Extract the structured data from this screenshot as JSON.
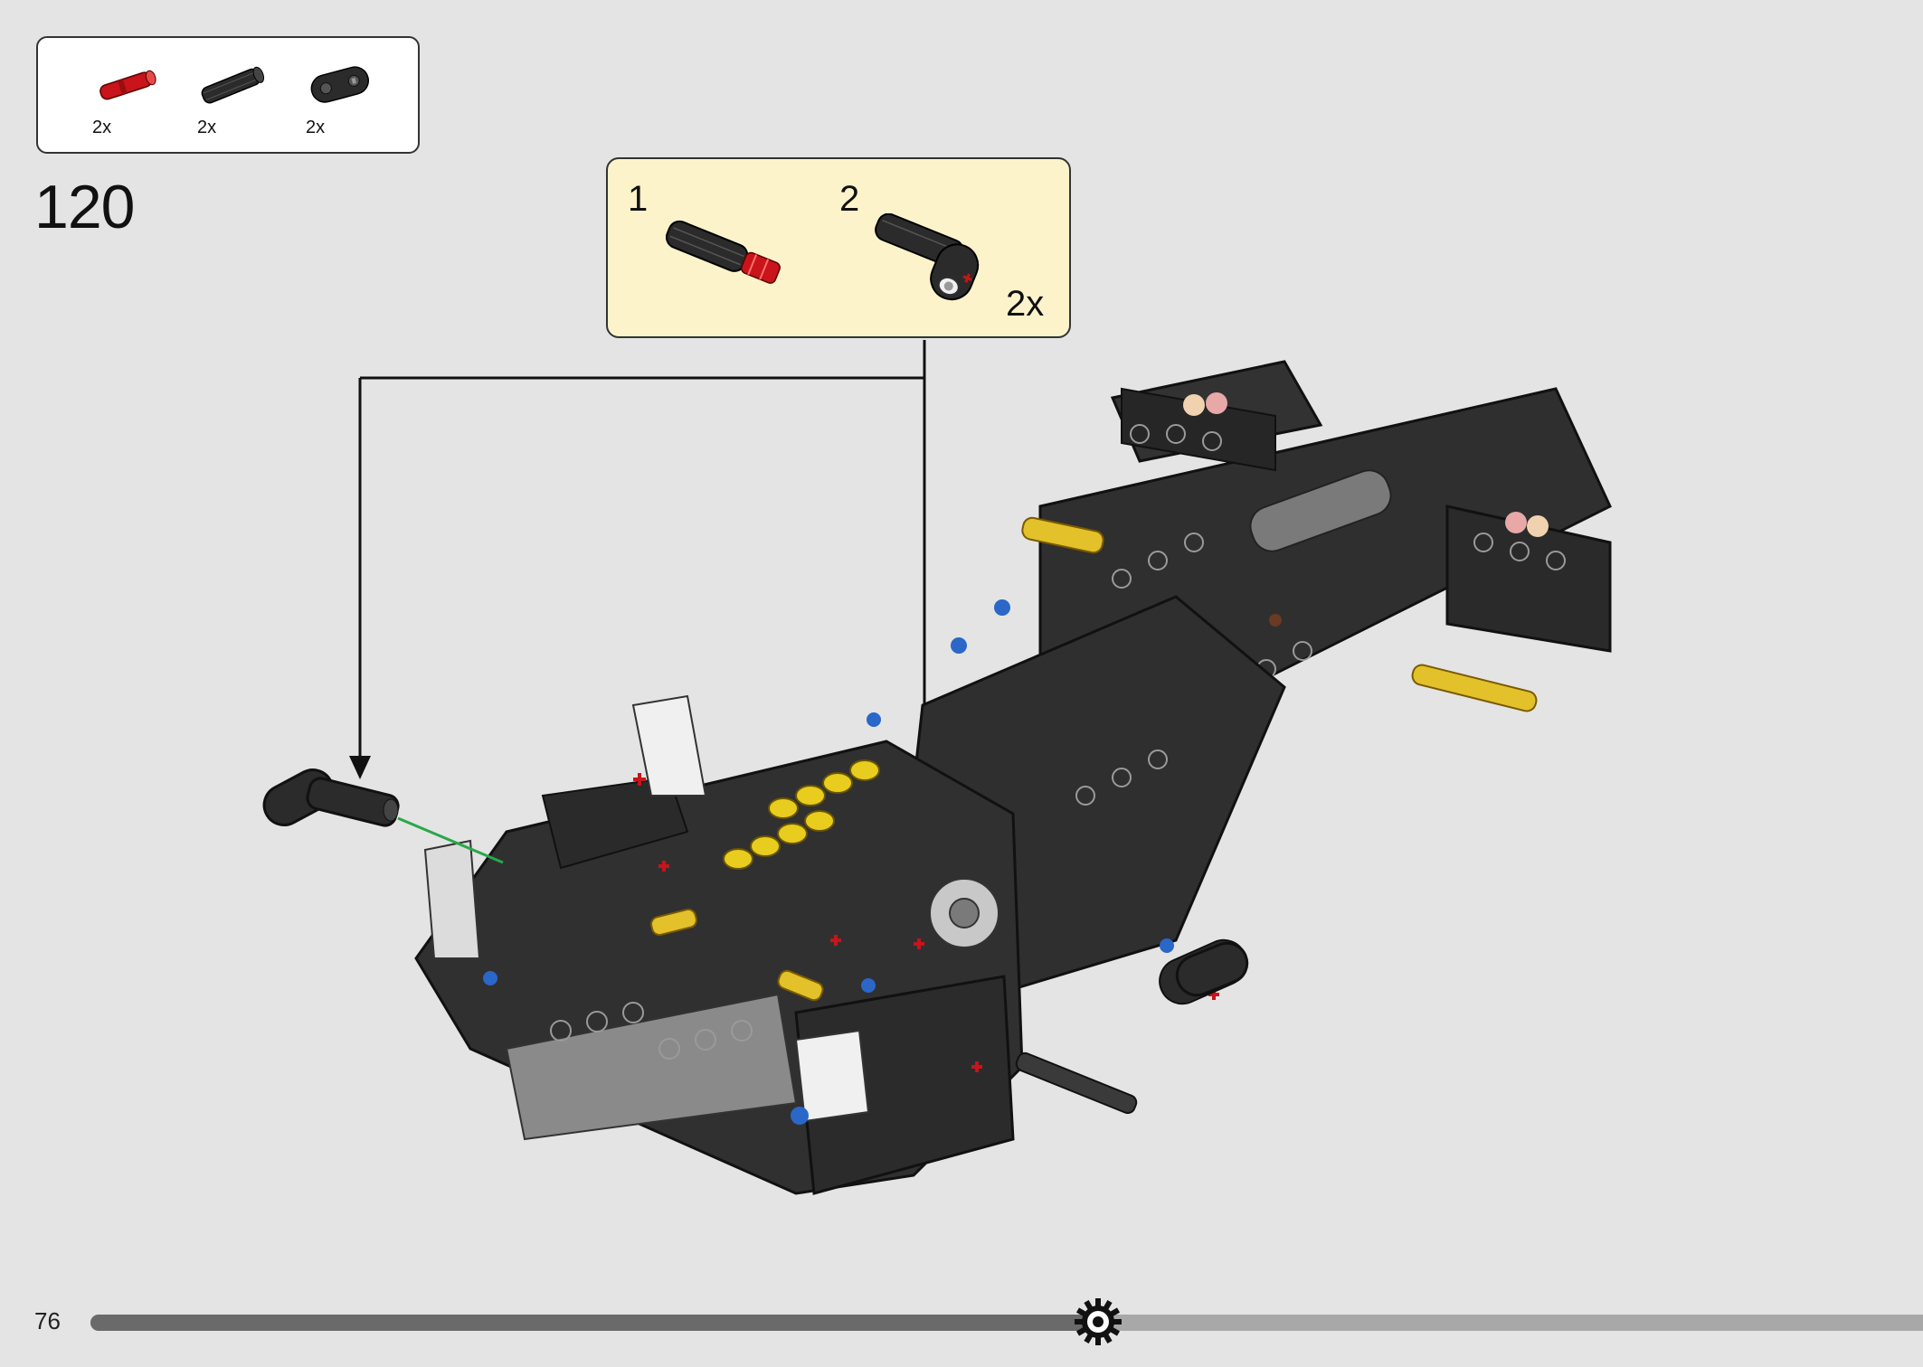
{
  "parts_list": {
    "items": [
      {
        "icon": "red-axle-pin-icon",
        "color": "#c8141a",
        "qty": "2x"
      },
      {
        "icon": "black-axle-icon",
        "color": "#2b2b2b",
        "qty": "2x"
      },
      {
        "icon": "black-beam-icon",
        "color": "#2b2b2b",
        "qty": "2x"
      }
    ]
  },
  "step": {
    "number": "120"
  },
  "sub_assembly": {
    "steps": [
      {
        "number": "1"
      },
      {
        "number": "2"
      }
    ],
    "multiplier": "2x",
    "background": "#fdf3cb"
  },
  "footer": {
    "page_number": "76",
    "progress": 0.55
  }
}
